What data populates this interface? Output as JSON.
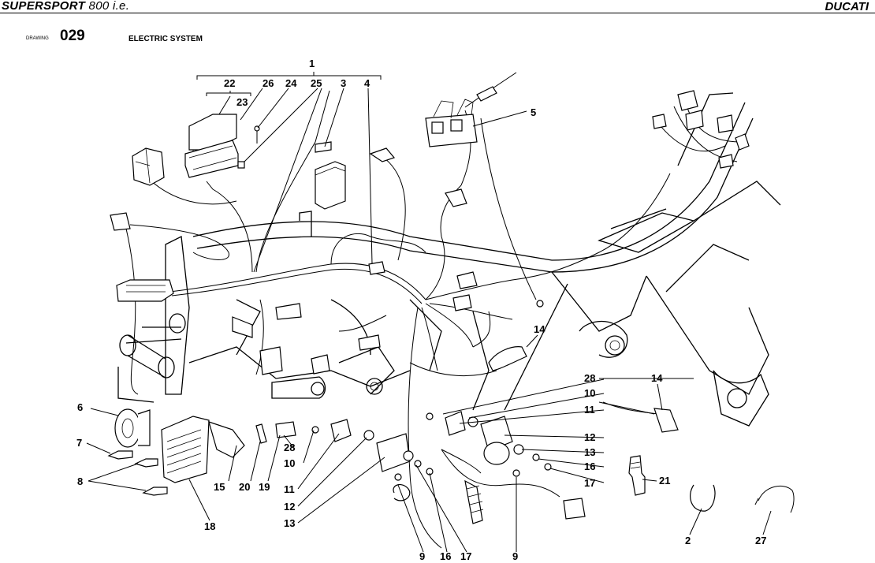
{
  "header": {
    "brand_model": "SUPERSPORT",
    "model_suffix": " 800 i.e.",
    "manufacturer": "DUCATI"
  },
  "drawing": {
    "label": "DRAWING",
    "number": "029",
    "title": "ELECTRIC SYSTEM"
  },
  "callouts": {
    "c1": "1",
    "c22": "22",
    "c26": "26",
    "c24": "24",
    "c25": "25",
    "c3": "3",
    "c4": "4",
    "c23": "23",
    "c5": "5",
    "c6": "6",
    "c7": "7",
    "c8": "8",
    "c14a": "14",
    "c14b": "14",
    "c28a": "28",
    "c10a": "10",
    "c11a": "11",
    "c12a": "12",
    "c13a": "13",
    "c16a": "16",
    "c17a": "17",
    "c21": "21",
    "c28b": "28",
    "c10b": "10",
    "c11b": "11",
    "c12b": "12",
    "c13b": "13",
    "c15": "15",
    "c20": "20",
    "c19": "19",
    "c18": "18",
    "c9a": "9",
    "c16b": "16",
    "c17b": "17",
    "c9b": "9",
    "c2": "2",
    "c27": "27"
  }
}
